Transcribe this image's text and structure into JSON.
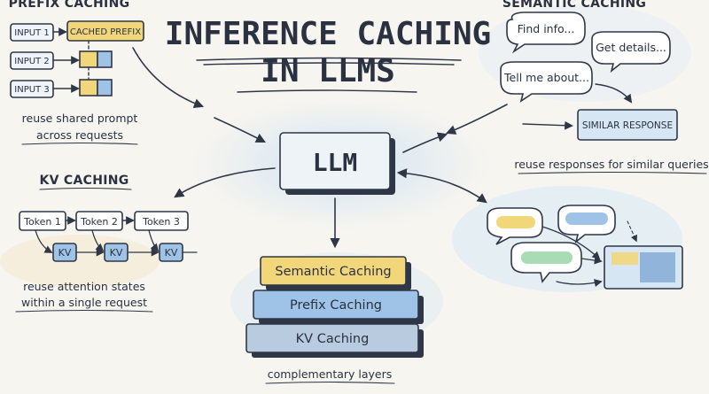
{
  "title": {
    "line1": "INFERENCE CACHING",
    "line2": "IN LLMS"
  },
  "center": {
    "label": "LLM"
  },
  "prefix_caching": {
    "heading": "PREFIX CACHING",
    "cached_label": "CACHED PREFIX",
    "inputs": [
      "INPUT 1",
      "INPUT 2",
      "INPUT 3"
    ],
    "note": [
      "reuse shared prompt",
      "across requests"
    ]
  },
  "semantic_caching": {
    "heading": "SEMANTIC CACHING",
    "bubbles": [
      "Find info...",
      "Get details...",
      "Tell me about..."
    ],
    "response_label": "SIMILAR RESPONSE",
    "note": "reuse responses for similar queries"
  },
  "kv_caching": {
    "heading": "KV CACHING",
    "tokens": [
      "Token 1",
      "Token 2",
      "Token 3"
    ],
    "kv_label": "KV",
    "note": [
      "reuse attention states",
      "within a single request"
    ]
  },
  "layers": {
    "items": [
      "Semantic Caching",
      "Prefix Caching",
      "KV Caching"
    ],
    "caption": "complementary layers"
  },
  "colors": {
    "yellow": "#f2d77a",
    "blue": "#9fc3e6",
    "green": "#a9dcb5",
    "ink": "#2f3747",
    "wash": "#d6e6f3"
  }
}
